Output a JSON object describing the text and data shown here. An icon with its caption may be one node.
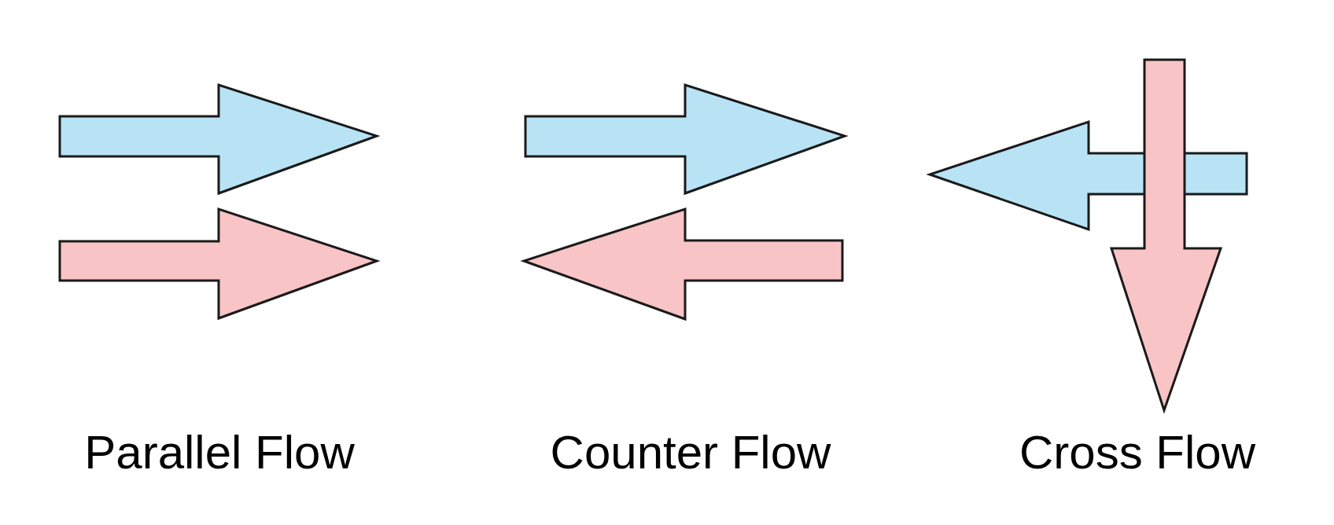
{
  "diagram": {
    "labels": [
      "Parallel Flow",
      "Counter Flow",
      "Cross Flow"
    ]
  }
}
